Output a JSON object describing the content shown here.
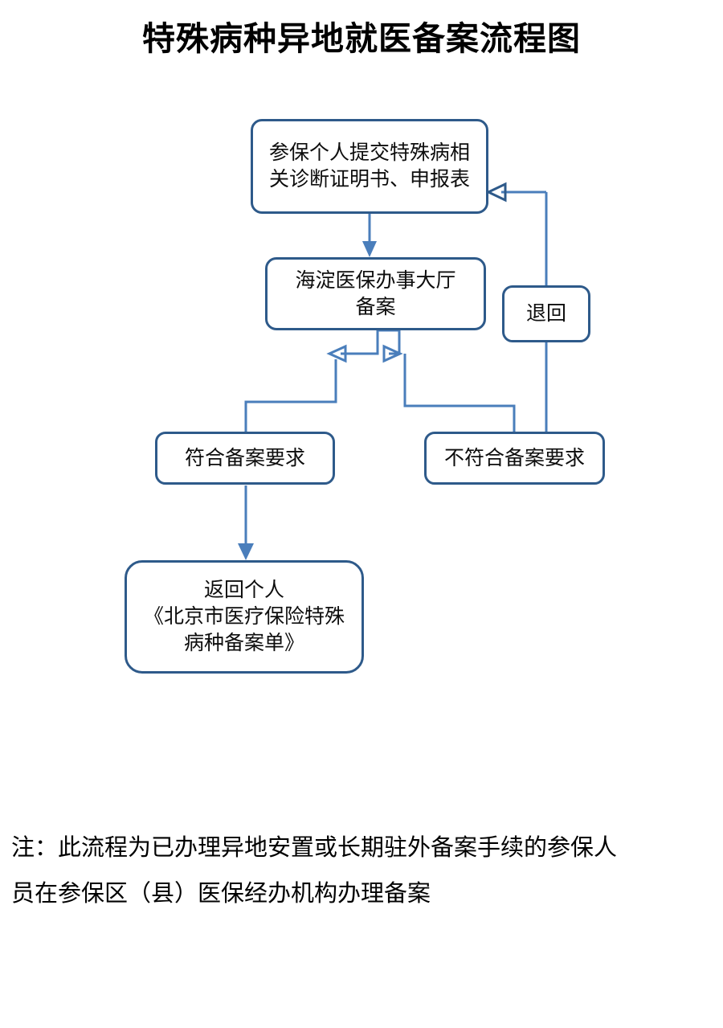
{
  "document": {
    "title": "特殊病种异地就医备案流程图",
    "theme": {
      "node_border_color": "#2E5A8A",
      "node_fill_color": "#FFFFFF",
      "connector_color": "#4A7EBB",
      "text_color": "#0D0D0D",
      "page_background": "#FFFFFF"
    }
  },
  "flowchart": {
    "type": "flowchart",
    "nodes": [
      {
        "id": "submit",
        "shape": "rounded-rectangle",
        "lines": [
          "参保个人提交特殊病相",
          "关诊断证明书、申报表"
        ],
        "text": "参保个人提交特殊病相关诊断证明书、申报表"
      },
      {
        "id": "office",
        "shape": "rounded-rectangle",
        "lines": [
          "海淀医保办事大厅",
          "备案"
        ],
        "text": "海淀医保办事大厅备案"
      },
      {
        "id": "reject",
        "shape": "rounded-rectangle",
        "lines": [
          "退回"
        ],
        "text": "退回"
      },
      {
        "id": "qualify",
        "shape": "rounded-rectangle",
        "lines": [
          "符合备案要求"
        ],
        "text": "符合备案要求"
      },
      {
        "id": "unqualify",
        "shape": "rounded-rectangle",
        "lines": [
          "不符合备案要求"
        ],
        "text": "不符合备案要求"
      },
      {
        "id": "result",
        "shape": "rounded-rectangle",
        "lines": [
          "返回个人",
          "《北京市医疗保险特殊",
          "病种备案单》"
        ],
        "text": "返回个人《北京市医疗保险特殊病种备案单》"
      }
    ],
    "edges": [
      {
        "from": "submit",
        "to": "office",
        "style": "arrow-down"
      },
      {
        "from": "office",
        "to": "qualify",
        "style": "elbow"
      },
      {
        "from": "office",
        "to": "unqualify",
        "style": "elbow"
      },
      {
        "from": "qualify",
        "to": "result",
        "style": "arrow-down"
      },
      {
        "from": "unqualify",
        "to": "reject",
        "style": "line-up"
      },
      {
        "from": "reject",
        "to": "submit",
        "style": "elbow-arrow-left"
      }
    ]
  },
  "footnote": {
    "lines": [
      "注：此流程为已办理异地安置或长期驻外备案手续的参保人",
      "员在参保区（县）医保经办机构办理备案"
    ],
    "text": "注：此流程为已办理异地安置或长期驻外备案手续的参保人员在参保区（县）医保经办机构办理备案"
  }
}
